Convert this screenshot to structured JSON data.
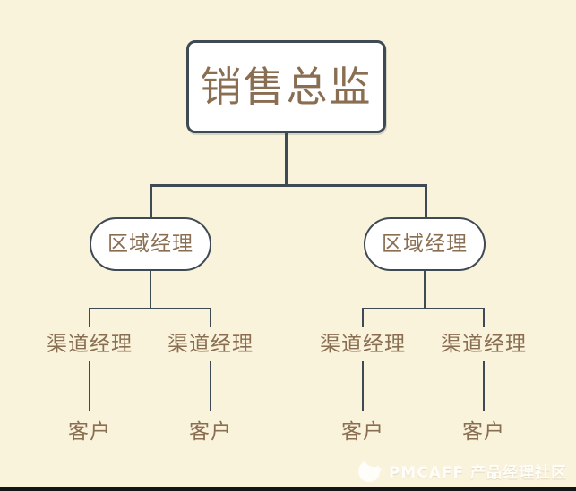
{
  "colors": {
    "background": "#FAF3DC",
    "node_fill": "#FFFFFF",
    "line": "#3E4A54",
    "text": "#8A6E52",
    "bottom_bar": "#141414"
  },
  "tree": {
    "root": {
      "label": "销售总监",
      "children": [
        {
          "label": "区域经理",
          "children": [
            {
              "label": "渠道经理",
              "children": [
                {
                  "label": "客户"
                }
              ]
            },
            {
              "label": "渠道经理",
              "children": [
                {
                  "label": "客户"
                }
              ]
            }
          ]
        },
        {
          "label": "区域经理",
          "children": [
            {
              "label": "渠道经理",
              "children": [
                {
                  "label": "客户"
                }
              ]
            },
            {
              "label": "渠道经理",
              "children": [
                {
                  "label": "客户"
                }
              ]
            }
          ]
        }
      ]
    }
  },
  "watermark": {
    "logo_icon": "pmcaff-cup-icon",
    "text": "PMCAFF 产品经理社区"
  }
}
